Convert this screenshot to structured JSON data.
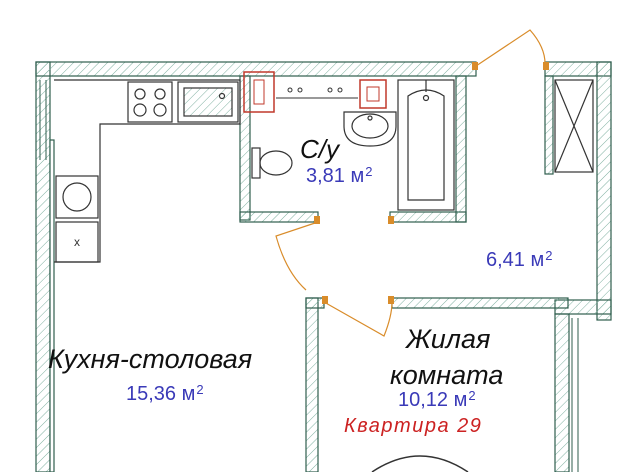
{
  "rooms": {
    "kitchen": {
      "name": "Кухня-столовая",
      "area": "15,36 м",
      "unit_power": "2"
    },
    "bathroom": {
      "name": "С/у",
      "area": "3,81 м",
      "unit_power": "2"
    },
    "hallway": {
      "area": "6,41 м",
      "unit_power": "2"
    },
    "living": {
      "name_line1": "Жилая",
      "name_line2": "комната",
      "area": "10,12 м",
      "unit_power": "2"
    }
  },
  "apartment_label": "Квартира 29",
  "fixtures": {
    "washer_mark": "x"
  },
  "colors": {
    "wall_fill": "#ffffff",
    "wall_outline": "#2f5e4e",
    "wall_hatch": "#7fb0a0",
    "fixture_line": "#333333",
    "door_swing": "#d98c2a",
    "duct_outline": "#c0392b",
    "area_text": "#3a3ab8",
    "apartment_text": "#cc2222",
    "name_text": "#111111"
  },
  "icons": [
    "stove-icon",
    "sink-icon",
    "toilet-icon",
    "washbasin-icon",
    "bathtub-icon",
    "ventilation-shaft-icon",
    "washing-machine-icon"
  ]
}
